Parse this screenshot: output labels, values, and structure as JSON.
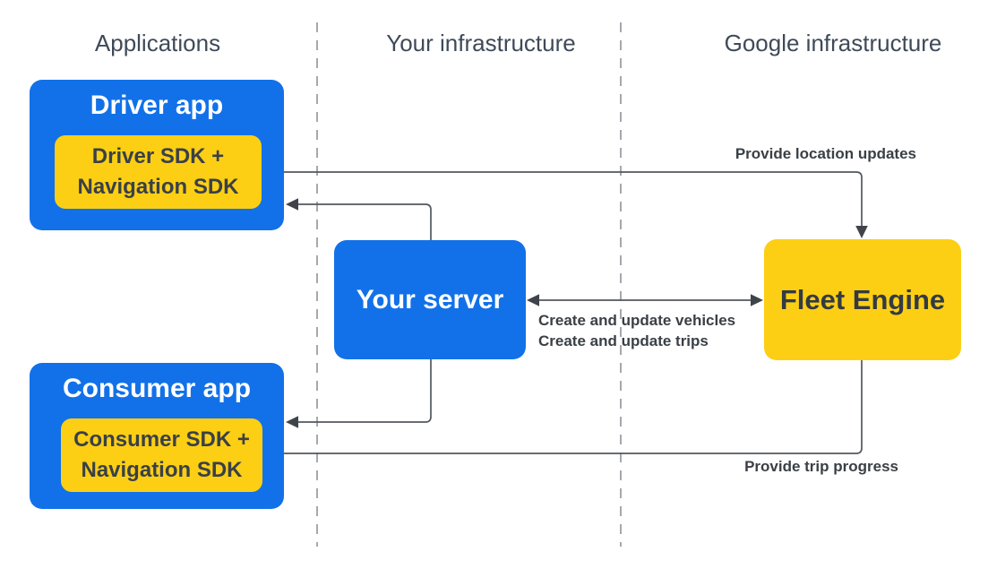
{
  "columns": [
    {
      "label": "Applications"
    },
    {
      "label": "Your infrastructure"
    },
    {
      "label": "Google infrastructure"
    }
  ],
  "nodes": {
    "driver_app": {
      "title": "Driver app",
      "sdk_line1": "Driver SDK +",
      "sdk_line2": "Navigation SDK"
    },
    "consumer_app": {
      "title": "Consumer app",
      "sdk_line1": "Consumer SDK +",
      "sdk_line2": "Navigation SDK"
    },
    "your_server": {
      "title": "Your server"
    },
    "fleet_engine": {
      "title": "Fleet Engine"
    }
  },
  "edges": {
    "location_updates": {
      "label": "Provide location updates"
    },
    "vehicles_trips": {
      "line1": "Create and update vehicles",
      "line2": "Create and update trips"
    },
    "trip_progress": {
      "label": "Provide trip progress"
    }
  },
  "colors": {
    "blue": "#1271e8",
    "yellow": "#fccf14",
    "heading": "#3f4a59",
    "label": "#3a4045",
    "line": "#53575e",
    "arrowhead": "#3f444b",
    "dash": "#a5a9ae",
    "box_text_dark": "#3a4048",
    "white": "#ffffff",
    "background": "#ffffff"
  }
}
